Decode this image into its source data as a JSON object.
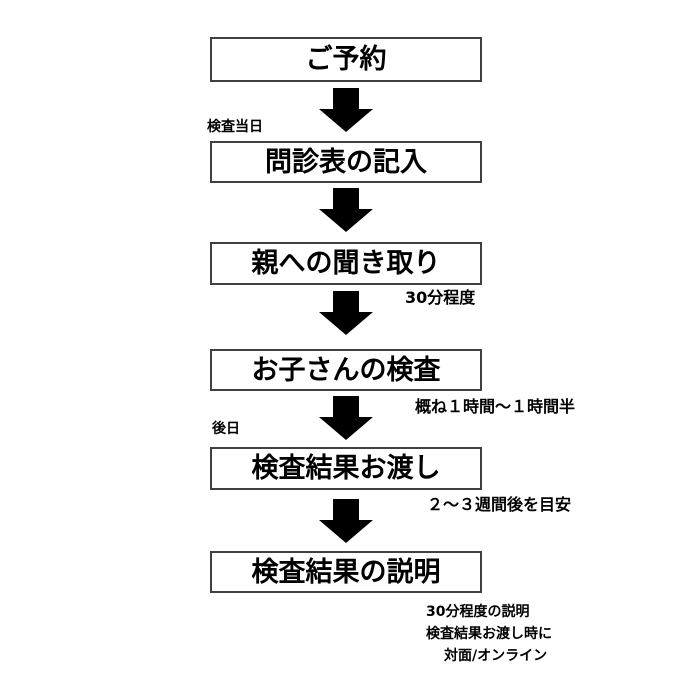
{
  "diagram": {
    "title": "examination-process-flowchart",
    "background": "#ffffff",
    "colors": {
      "box_border": "#404040",
      "box_fill": "#ffffff",
      "arrow_fill": "#000000",
      "text": "#000000"
    },
    "steps": [
      {
        "label": "ご予約"
      },
      {
        "stage_label": "検査当日",
        "label": "問診表の記入"
      },
      {
        "label": "親への聞き取り",
        "note": "30分程度"
      },
      {
        "label": "お子さんの検査",
        "note": "概ね１時間〜１時間半"
      },
      {
        "stage_label": "後日",
        "label": "検査結果お渡し",
        "note": "２〜３週間後を目安"
      },
      {
        "label": "検査結果の説明",
        "notes": [
          "30分程度の説明",
          "検査結果お渡し時に",
          "対面/オンライン"
        ]
      }
    ]
  }
}
